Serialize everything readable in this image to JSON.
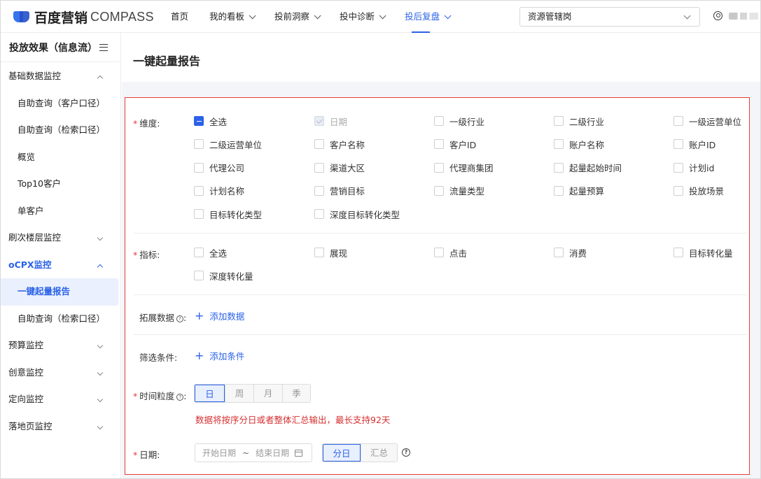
{
  "header": {
    "logo_cn": "百度营销",
    "logo_en": "COMPASS",
    "nav": [
      {
        "label": "首页",
        "dropdown": false,
        "active": false
      },
      {
        "label": "我的看板",
        "dropdown": true,
        "active": false
      },
      {
        "label": "投前洞察",
        "dropdown": true,
        "active": false
      },
      {
        "label": "投中诊断",
        "dropdown": true,
        "active": false
      },
      {
        "label": "投后复盘",
        "dropdown": true,
        "active": true
      }
    ],
    "role_select": "资源管辖岗",
    "user_icon": "user-circle-icon",
    "accent": "#2b62e8"
  },
  "sidebar": {
    "title": "投放效果（信息流）",
    "items": [
      {
        "label": "基础数据监控",
        "level": 0,
        "expanded": true
      },
      {
        "label": "自助查询（客户口径）",
        "level": 1
      },
      {
        "label": "自助查询（检索口径）",
        "level": 1
      },
      {
        "label": "概览",
        "level": 1
      },
      {
        "label": "Top10客户",
        "level": 1
      },
      {
        "label": "单客户",
        "level": 1
      },
      {
        "label": "刷次楼层监控",
        "level": 0,
        "expanded": false
      },
      {
        "label": "oCPX监控",
        "level": 0,
        "expanded": true,
        "active": true
      },
      {
        "label": "一键起量报告",
        "level": 1,
        "selected": true
      },
      {
        "label": "自助查询（检索口径）",
        "level": 1
      },
      {
        "label": "预算监控",
        "level": 0,
        "expanded": false
      },
      {
        "label": "创意监控",
        "level": 0,
        "expanded": false
      },
      {
        "label": "定向监控",
        "level": 0,
        "expanded": false
      },
      {
        "label": "落地页监控",
        "level": 0,
        "expanded": false
      }
    ]
  },
  "page": {
    "title": "一键起量报告"
  },
  "form": {
    "dimension": {
      "label": "维度:",
      "options": [
        {
          "label": "全选",
          "state": "indeterminate"
        },
        {
          "label": "日期",
          "state": "checked-disabled"
        },
        {
          "label": "一级行业",
          "state": "unchecked"
        },
        {
          "label": "二级行业",
          "state": "unchecked"
        },
        {
          "label": "一级运营单位",
          "state": "unchecked"
        },
        {
          "label": "二级运营单位",
          "state": "unchecked"
        },
        {
          "label": "客户名称",
          "state": "unchecked"
        },
        {
          "label": "客户ID",
          "state": "unchecked"
        },
        {
          "label": "账户名称",
          "state": "unchecked"
        },
        {
          "label": "账户ID",
          "state": "unchecked"
        },
        {
          "label": "代理公司",
          "state": "unchecked"
        },
        {
          "label": "渠道大区",
          "state": "unchecked"
        },
        {
          "label": "代理商集团",
          "state": "unchecked"
        },
        {
          "label": "起量起始时间",
          "state": "unchecked"
        },
        {
          "label": "计划id",
          "state": "unchecked"
        },
        {
          "label": "计划名称",
          "state": "unchecked"
        },
        {
          "label": "营销目标",
          "state": "unchecked"
        },
        {
          "label": "流量类型",
          "state": "unchecked"
        },
        {
          "label": "起量预算",
          "state": "unchecked"
        },
        {
          "label": "投放场景",
          "state": "unchecked"
        },
        {
          "label": "目标转化类型",
          "state": "unchecked"
        },
        {
          "label": "深度目标转化类型",
          "state": "unchecked"
        }
      ]
    },
    "metric": {
      "label": "指标:",
      "options": [
        {
          "label": "全选",
          "state": "unchecked"
        },
        {
          "label": "展现",
          "state": "unchecked"
        },
        {
          "label": "点击",
          "state": "unchecked"
        },
        {
          "label": "消费",
          "state": "unchecked"
        },
        {
          "label": "目标转化量",
          "state": "unchecked"
        },
        {
          "label": "深度转化量",
          "state": "unchecked"
        }
      ]
    },
    "extend": {
      "label": "拓展数据",
      "add_label": "添加数据"
    },
    "filter": {
      "label": "筛选条件:",
      "add_label": "添加条件"
    },
    "granularity": {
      "label": "时间粒度",
      "options": [
        "日",
        "周",
        "月",
        "季"
      ],
      "selected": "日",
      "warning": "数据将按序分日或者整体汇总输出，最长支持92天"
    },
    "date": {
      "label": "日期:",
      "start_placeholder": "开始日期",
      "separator": "~",
      "end_placeholder": "结束日期",
      "modes": [
        "分日",
        "汇总"
      ],
      "selected_mode": "分日"
    }
  },
  "icons": [
    "search-icon",
    "chevron-down-icon",
    "menu-icon",
    "help-icon",
    "calendar-icon",
    "plus-icon"
  ]
}
